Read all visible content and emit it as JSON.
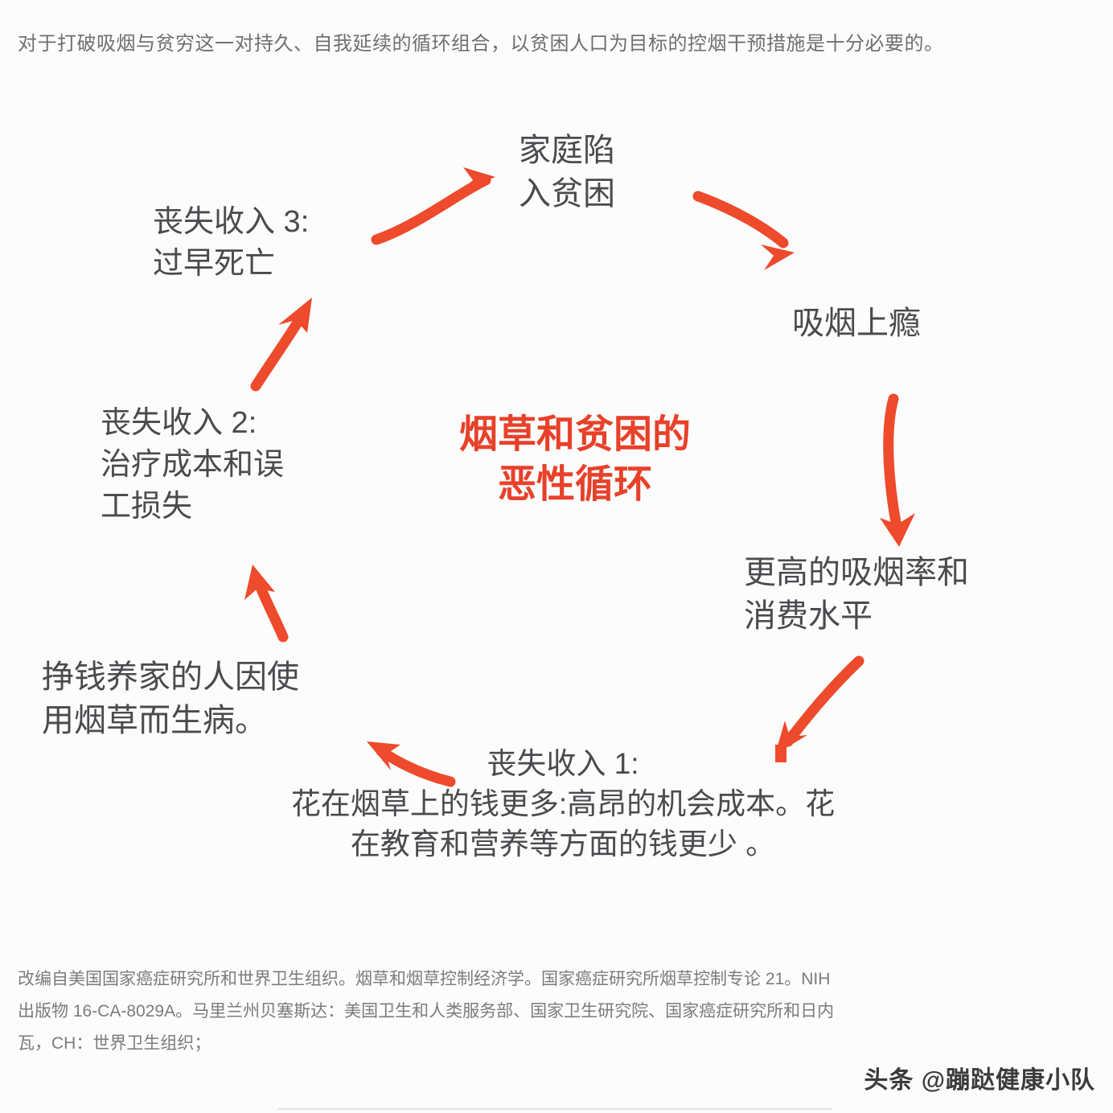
{
  "intro": {
    "paragraph": "对于打破吸烟与贫穷这一对持久、自我延续的循环组合，以贫困人口为目标的控烟干预措施是十分必要的。"
  },
  "diagram": {
    "center_title": "烟草和贫困的\n恶性循环",
    "accent_color": "#e8412a",
    "text_color": "#4a4a4f",
    "nodes": [
      {
        "id": "family",
        "label": "家庭陷\n入贫困"
      },
      {
        "id": "addict",
        "label": "吸烟上瘾"
      },
      {
        "id": "higher",
        "label": "更高的吸烟率和\n消费水平"
      },
      {
        "id": "loss1",
        "label": "丧失收入 1:\n花在烟草上的钱更多:高昂的机会成本。花\n在教育和营养等方面的钱更少 。"
      },
      {
        "id": "sick",
        "label": "挣钱养家的人因使\n用烟草而生病。"
      },
      {
        "id": "loss2",
        "label": "丧失收入 2:\n治疗成本和误\n工损失"
      },
      {
        "id": "loss3",
        "label": "丧失收入 3:\n过早死亡"
      }
    ],
    "arrows": [
      {
        "id": "arrow-sick-to-family",
        "from": "丧失收入 3：过早死亡",
        "to": "家庭陷入贫困"
      },
      {
        "id": "arrow-family-to-addict",
        "from": "家庭陷入贫困",
        "to": "吸烟上瘾"
      },
      {
        "id": "arrow-addict-to-higher",
        "from": "吸烟上瘾",
        "to": "更高的吸烟率和消费水平"
      },
      {
        "id": "arrow-higher-to-loss1",
        "from": "更高的吸烟率和消费水平",
        "to": "丧失收入 1"
      },
      {
        "id": "arrow-loss1-to-sick",
        "from": "丧失收入 1",
        "to": "挣钱养家的人因使用烟草而生病。"
      },
      {
        "id": "arrow-sick-to-loss2",
        "from": "挣钱养家的人因使用烟草而生病。",
        "to": "丧失收入 2"
      },
      {
        "id": "arrow-loss2-to-loss3",
        "from": "丧失收入 2",
        "to": "丧失收入 3"
      }
    ]
  },
  "footer": {
    "line1": "改编自美国国家癌症研究所和世界卫生组织。烟草和烟草控制经济学。国家癌症研究所烟草控制专论 21。NIH",
    "line2": "出版物 16-CA-8029A。马里兰州贝塞斯达：美国卫生和人类服务部、国家卫生研究院、国家癌症研究所和日内",
    "line3": "瓦，CH：世界卫生组织；",
    "watermark": "头条 @蹦跶健康小队"
  }
}
